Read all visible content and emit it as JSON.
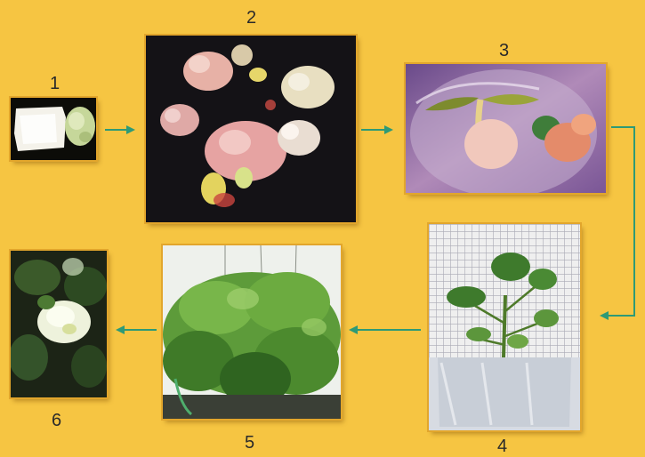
{
  "steps": [
    {
      "label": "1",
      "icon": "callus-explant-photo"
    },
    {
      "label": "2",
      "icon": "embryogenic-callus-photo"
    },
    {
      "label": "3",
      "icon": "germinating-embryo-photo"
    },
    {
      "label": "4",
      "icon": "plantlet-in-jar-photo"
    },
    {
      "label": "5",
      "icon": "greenhouse-plants-photo"
    },
    {
      "label": "6",
      "icon": "flowering-cotton-photo"
    }
  ],
  "colors": {
    "background": "#f6c542",
    "arrow": "#2e9a76",
    "frame": "#e2a62c"
  }
}
